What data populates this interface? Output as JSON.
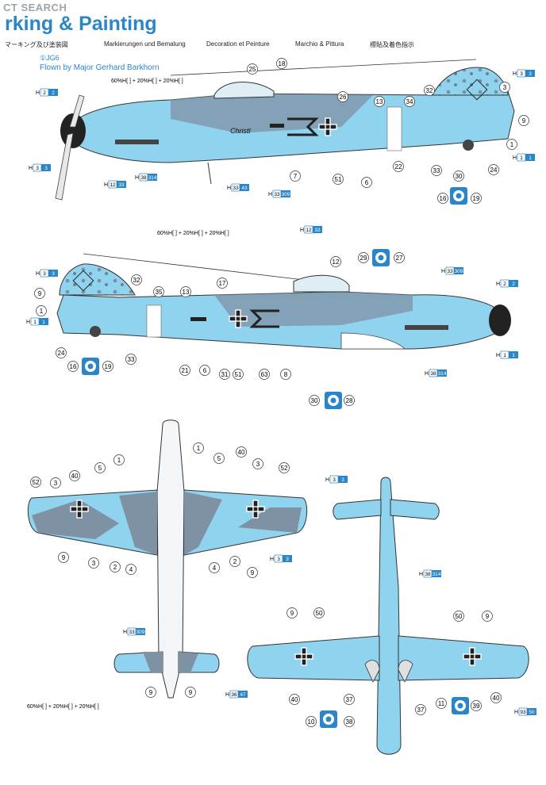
{
  "watermark": {
    "part1": "",
    "part2": "CT SEARCH"
  },
  "header": {
    "title": "rking & Painting",
    "languages": [
      "マーキング及び塗装図",
      "Markierungen und Bemalung",
      "Decoration et Peinture",
      "Marchio & Pittura",
      "標貼及着色指示"
    ]
  },
  "unit": {
    "name": "①JG6",
    "pilot": "Flown by Major Gerhard Barkhorn"
  },
  "paint_codes": {
    "h2": [
      "H",
      "2",
      "2"
    ],
    "h3": [
      "H",
      "3",
      "3"
    ],
    "h1": [
      "H",
      "1",
      "1"
    ],
    "h12": [
      "H",
      "12",
      "33"
    ],
    "h_314": [
      "H",
      "38",
      "314"
    ],
    "h_309": [
      "H",
      "33",
      "309"
    ],
    "h_43": [
      "H",
      "33",
      "43"
    ],
    "h_47": [
      "H",
      "36",
      "47"
    ],
    "h_50": [
      "H",
      "93",
      "50"
    ]
  },
  "mix_formula": "60%H[ ] + 20%H[ ] + 20%H[ ]",
  "aircraft_name": "Christl",
  "callouts_side1": [
    "25",
    "18",
    "26",
    "13",
    "34",
    "32",
    "3",
    "9",
    "1",
    "24",
    "33",
    "22",
    "6",
    "51",
    "7",
    "30",
    "16",
    "19"
  ],
  "callouts_side2": [
    "12",
    "29",
    "27",
    "17",
    "35",
    "13",
    "32",
    "9",
    "1",
    "24",
    "33",
    "16",
    "19",
    "21",
    "6",
    "31",
    "51",
    "63",
    "8",
    "30",
    "28"
  ],
  "callouts_top": [
    "1",
    "5",
    "40",
    "3",
    "52",
    "9",
    "3",
    "2",
    "4",
    "1",
    "5",
    "40",
    "3",
    "52",
    "9",
    "2",
    "4",
    "9",
    "9"
  ],
  "callouts_bottom": [
    "9",
    "50",
    "40",
    "37",
    "37",
    "10",
    "38",
    "11",
    "39",
    "40",
    "50",
    "9"
  ]
}
